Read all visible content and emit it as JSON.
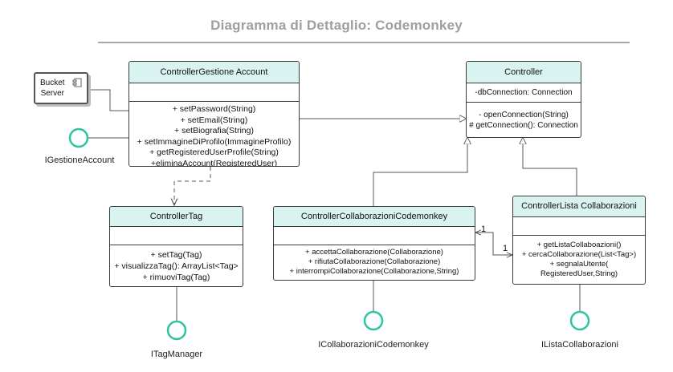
{
  "title": "Diagramma di Dettaglio: Codemonkey",
  "colors": {
    "header_fill": "#d9f3f0",
    "interface_stroke": "#2ec4a0",
    "line": "#555555"
  },
  "bucket_server": {
    "label_line1": "Bucket",
    "label_line2": "Server",
    "icon": "component-icon"
  },
  "controller_gestione_account": {
    "name": "ControllerGestione Account",
    "methods": [
      "+ setPassword(String)",
      "+ setEmail(String)",
      "+ setBiografia(String)",
      "+ setImmagineDiProfilo(ImmagineProfilo)",
      "+ getRegisteredUserProfile(String)",
      "+eliminaAccount(RegisteredUser)"
    ]
  },
  "controller": {
    "name": "Controller",
    "attributes": [
      "-dbConnection: Connection"
    ],
    "methods": [
      "- openConnection(String)",
      "# getConnection(): Connection"
    ]
  },
  "controller_tag": {
    "name": "ControllerTag",
    "methods": [
      "+ setTag(Tag)",
      "+ visualizzaTag(): ArrayList<Tag>",
      "+ rimuoviTag(Tag)"
    ]
  },
  "controller_collaborazioni_codemonkey": {
    "name": "ControllerCollaborazioniCodemonkey",
    "methods": [
      "+ accettaCollaborazione(Collaborazione)",
      "+ rifiutaCollaborazione(Collaborazione)",
      "+ interrompiCollaborazione(Collaborazione,String)"
    ]
  },
  "controller_lista_collaborazioni": {
    "name": "ControllerLista Collaborazioni",
    "methods": [
      "+ getListaCollaboazioni()",
      "+  cercaCollaborazione(List<Tag>)",
      "+ segnalaUtente(",
      "RegisteredUser,String)"
    ]
  },
  "interfaces": {
    "gestione_account": "IGestioneAccount",
    "tag_manager": "ITagManager",
    "collaborazioni_codemonkey": "ICollaborazioniCodemonkey",
    "lista_collaborazioni": "IListaCollaborazioni"
  },
  "multiplicities": {
    "left": "1",
    "right": "1"
  }
}
